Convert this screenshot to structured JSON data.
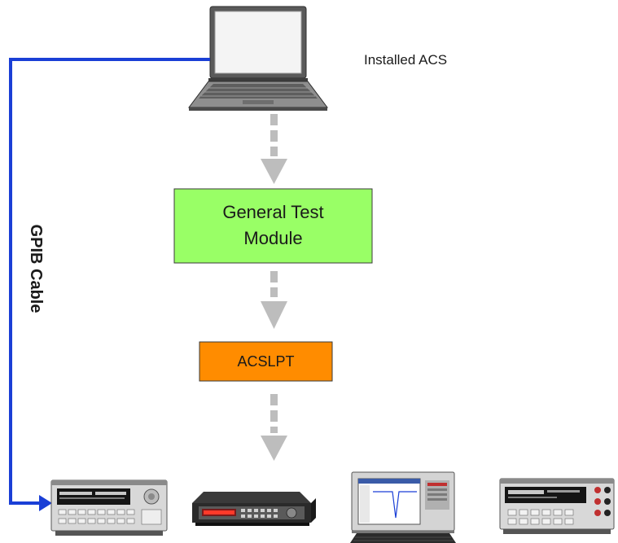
{
  "labels": {
    "installed": "Installed ACS",
    "gpib": "GPIB Cable"
  },
  "boxes": {
    "module_line1": "General Test",
    "module_line2": "Module",
    "acslpt": "ACSLPT"
  },
  "colors": {
    "module_fill": "#99ff66",
    "acslpt_fill": "#ff8c00",
    "cable": "#1a3fd6",
    "flow_arrow": "#bdbdbd"
  },
  "instruments": [
    "source-meter-instrument",
    "pulse-generator-instrument",
    "parameter-analyzer-instrument",
    "multimeter-instrument"
  ]
}
